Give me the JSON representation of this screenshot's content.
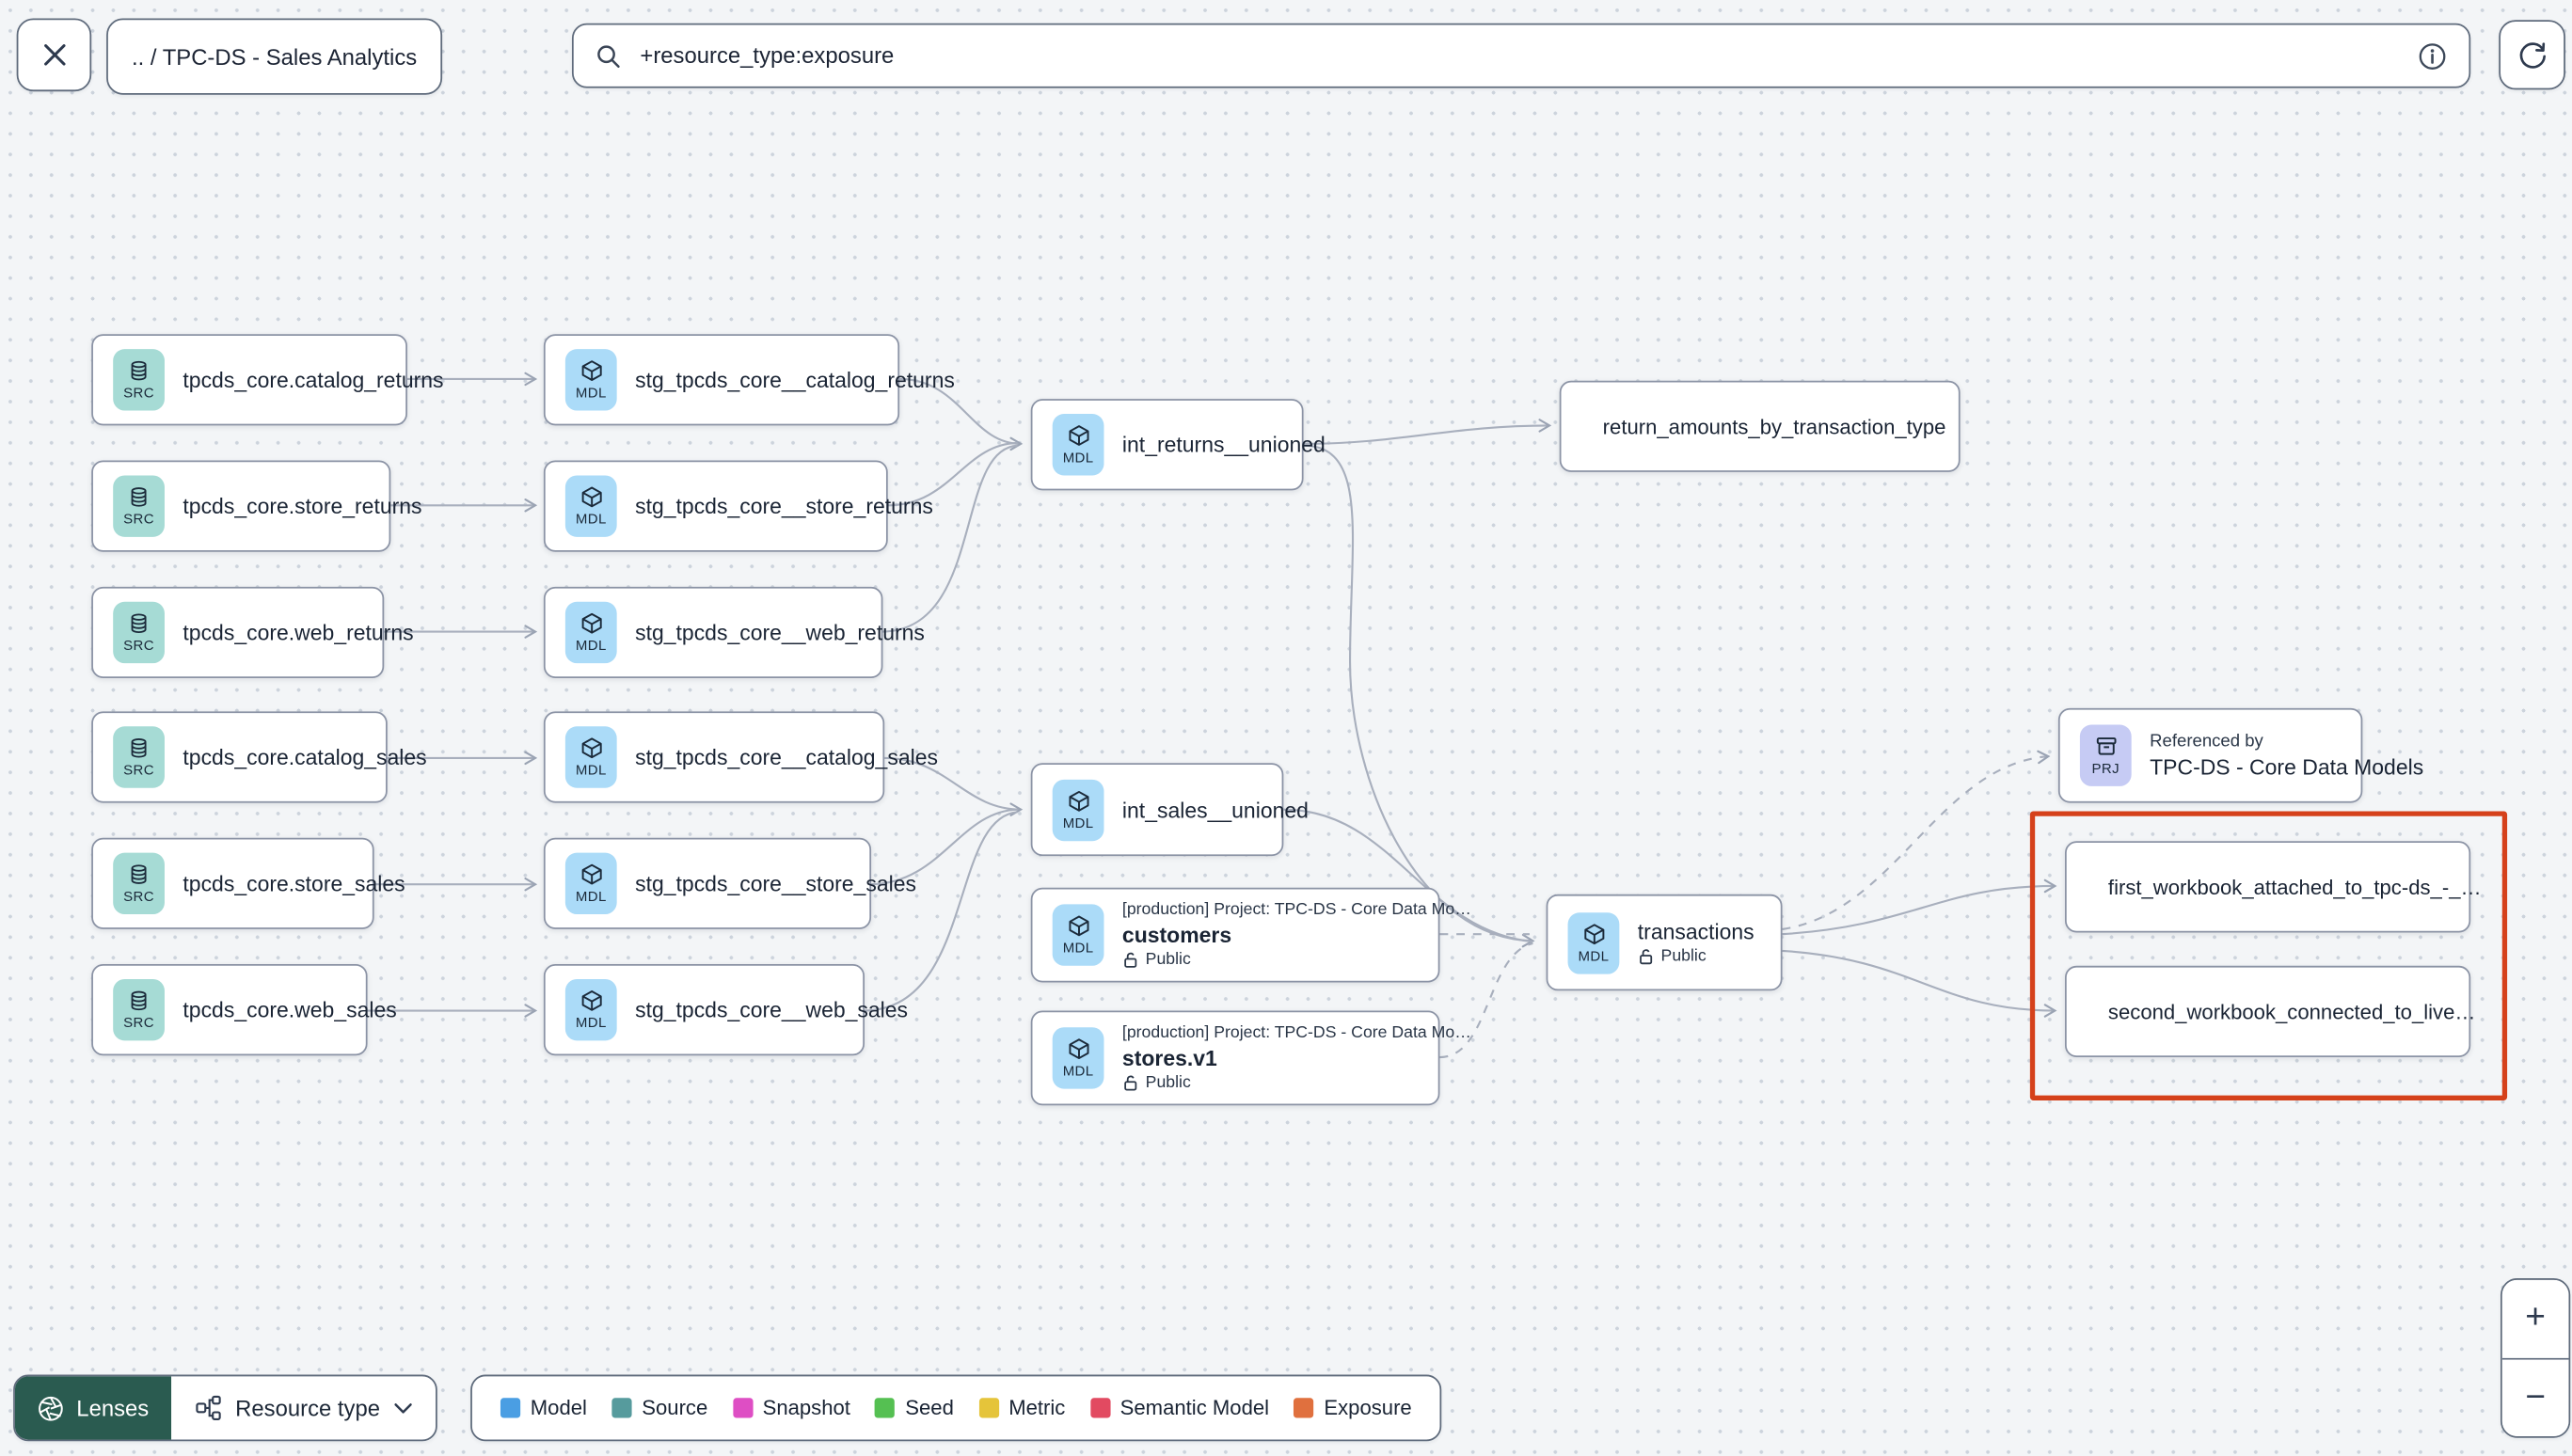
{
  "header": {
    "breadcrumb": ".. / TPC-DS - Sales Analytics",
    "search_value": "+resource_type:exposure"
  },
  "graph": {
    "badges": {
      "source": "SRC",
      "model": "MDL",
      "project": "PRJ"
    },
    "sources": [
      {
        "label": "tpcds_core.catalog_returns"
      },
      {
        "label": "tpcds_core.store_returns"
      },
      {
        "label": "tpcds_core.web_returns"
      },
      {
        "label": "tpcds_core.catalog_sales"
      },
      {
        "label": "tpcds_core.store_sales"
      },
      {
        "label": "tpcds_core.web_sales"
      }
    ],
    "staging": [
      {
        "label": "stg_tpcds_core__catalog_returns"
      },
      {
        "label": "stg_tpcds_core__store_returns"
      },
      {
        "label": "stg_tpcds_core__web_returns"
      },
      {
        "label": "stg_tpcds_core__catalog_sales"
      },
      {
        "label": "stg_tpcds_core__store_sales"
      },
      {
        "label": "stg_tpcds_core__web_sales"
      }
    ],
    "intermediates": [
      {
        "label": "int_returns__unioned"
      },
      {
        "label": "int_sales__unioned"
      }
    ],
    "project_models": [
      {
        "project": "[production] Project: TPC-DS - Core Data Mo…",
        "label": "customers",
        "visibility": "Public"
      },
      {
        "project": "[production] Project: TPC-DS - Core Data Mo…",
        "label": "stores.v1",
        "visibility": "Public"
      }
    ],
    "transactions": {
      "label": "transactions",
      "visibility": "Public"
    },
    "referenced_by": {
      "title": "Referenced by",
      "label": "TPC-DS - Core Data Models"
    },
    "exposure_top": {
      "label": "return_amounts_by_transaction_type"
    },
    "workbooks": [
      {
        "label": "first_workbook_attached_to_tpc-ds_-_…"
      },
      {
        "label": "second_workbook_connected_to_live…"
      }
    ],
    "highlight_color": "#d5411b"
  },
  "footer": {
    "lenses_label": "Lenses",
    "resource_type_label": "Resource type",
    "legend": [
      {
        "label": "Model",
        "color": "#4a9ee3"
      },
      {
        "label": "Source",
        "color": "#569b9d"
      },
      {
        "label": "Snapshot",
        "color": "#de4ec4"
      },
      {
        "label": "Seed",
        "color": "#55c052"
      },
      {
        "label": "Metric",
        "color": "#e5c43a"
      },
      {
        "label": "Semantic Model",
        "color": "#e24a61"
      },
      {
        "label": "Exposure",
        "color": "#e0703e"
      }
    ]
  },
  "zoom_controls": {
    "zoom_in": "+",
    "zoom_out": "−"
  }
}
